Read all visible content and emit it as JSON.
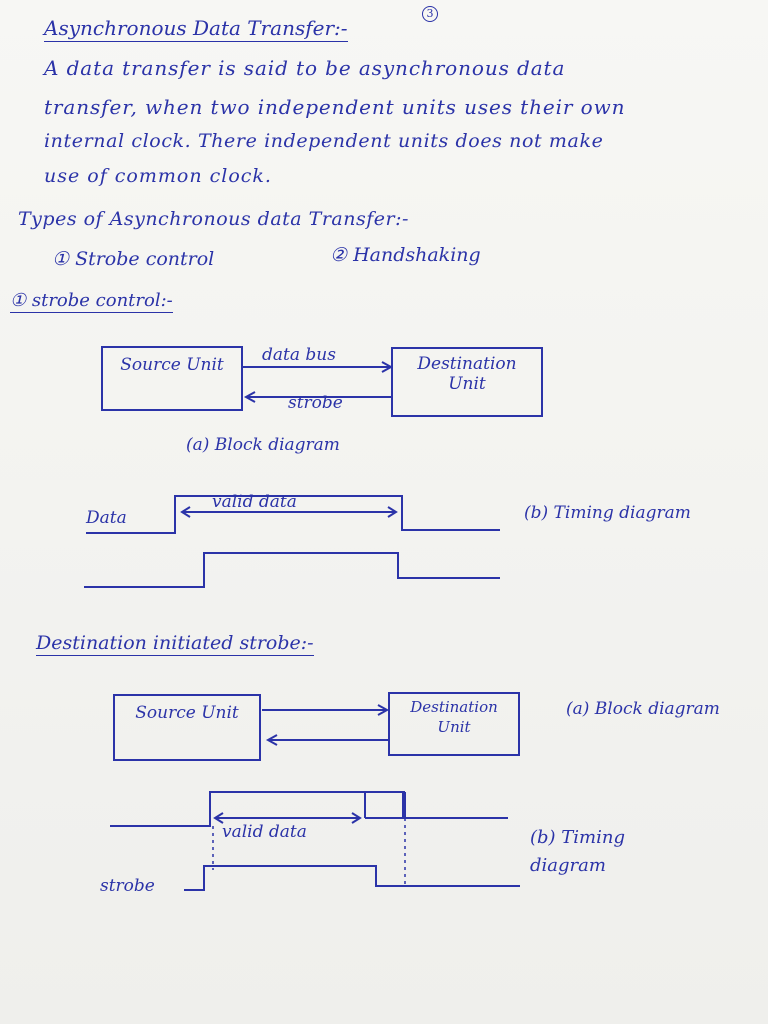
{
  "title": "Asynchronous Data Transfer:-",
  "page_number": "3",
  "intro_lines": [
    "A data transfer is said to be asynchronous data",
    "transfer, when two independent units uses their own",
    "internal clock. There independent units does not make",
    "use of common clock."
  ],
  "types_heading": "Types of Asynchronous data Transfer:-",
  "type1": "① Strobe control",
  "type2": "② Handshaking",
  "section1_heading": "① strobe control:-",
  "s1_block": {
    "source": "Source Unit",
    "destination": "Destination Unit",
    "arrow_top": "data bus",
    "arrow_bottom": "strobe",
    "caption": "(a) Block diagram"
  },
  "s1_timing": {
    "data_label": "Data",
    "valid_data": "valid data",
    "caption": "(b) Timing diagram"
  },
  "section2_heading": "Destination initiated strobe:-",
  "s2_block": {
    "source": "Source Unit",
    "destination": "Destination Unit",
    "caption": "(a) Block diagram"
  },
  "s2_timing": {
    "valid_data": "valid data",
    "strobe_label": "strobe",
    "caption": "(b) Timing diagram"
  }
}
